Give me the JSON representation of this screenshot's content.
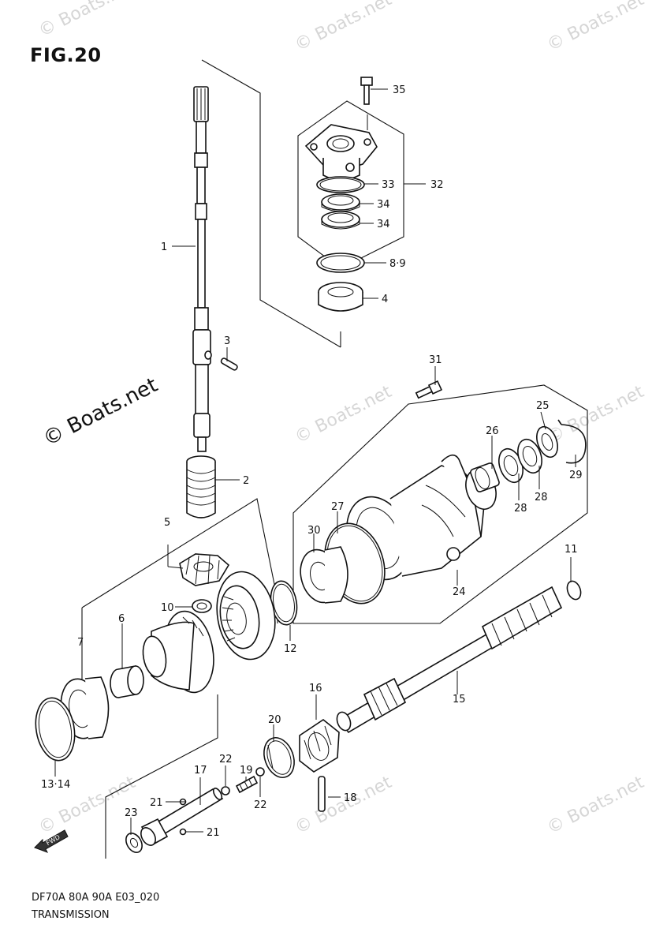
{
  "figure": {
    "title": "FIG.20",
    "model_code": "DF70A 80A 90A E03_020",
    "section_name": "TRANSMISSION",
    "direction_label": "FWD"
  },
  "watermark": {
    "main_text": "© Boats.net",
    "tile_text": "© Boats.net"
  },
  "callouts": [
    {
      "id": "c1",
      "label": "1"
    },
    {
      "id": "c2",
      "label": "2"
    },
    {
      "id": "c3",
      "label": "3"
    },
    {
      "id": "c4",
      "label": "4"
    },
    {
      "id": "c5",
      "label": "5"
    },
    {
      "id": "c6",
      "label": "6"
    },
    {
      "id": "c7",
      "label": "7"
    },
    {
      "id": "c8-9",
      "label": "8·9"
    },
    {
      "id": "c10",
      "label": "10"
    },
    {
      "id": "c11",
      "label": "11"
    },
    {
      "id": "c12",
      "label": "12"
    },
    {
      "id": "c13-14",
      "label": "13·14"
    },
    {
      "id": "c15",
      "label": "15"
    },
    {
      "id": "c16",
      "label": "16"
    },
    {
      "id": "c17",
      "label": "17"
    },
    {
      "id": "c18",
      "label": "18"
    },
    {
      "id": "c19",
      "label": "19"
    },
    {
      "id": "c20",
      "label": "20"
    },
    {
      "id": "c21a",
      "label": "21"
    },
    {
      "id": "c21b",
      "label": "21"
    },
    {
      "id": "c22a",
      "label": "22"
    },
    {
      "id": "c22b",
      "label": "22"
    },
    {
      "id": "c23",
      "label": "23"
    },
    {
      "id": "c24",
      "label": "24"
    },
    {
      "id": "c25",
      "label": "25"
    },
    {
      "id": "c26",
      "label": "26"
    },
    {
      "id": "c27",
      "label": "27"
    },
    {
      "id": "c28a",
      "label": "28"
    },
    {
      "id": "c28b",
      "label": "28"
    },
    {
      "id": "c29",
      "label": "29"
    },
    {
      "id": "c30",
      "label": "30"
    },
    {
      "id": "c31",
      "label": "31"
    },
    {
      "id": "c32",
      "label": "32"
    },
    {
      "id": "c33",
      "label": "33"
    },
    {
      "id": "c34a",
      "label": "34"
    },
    {
      "id": "c34b",
      "label": "34"
    },
    {
      "id": "c35",
      "label": "35"
    }
  ]
}
